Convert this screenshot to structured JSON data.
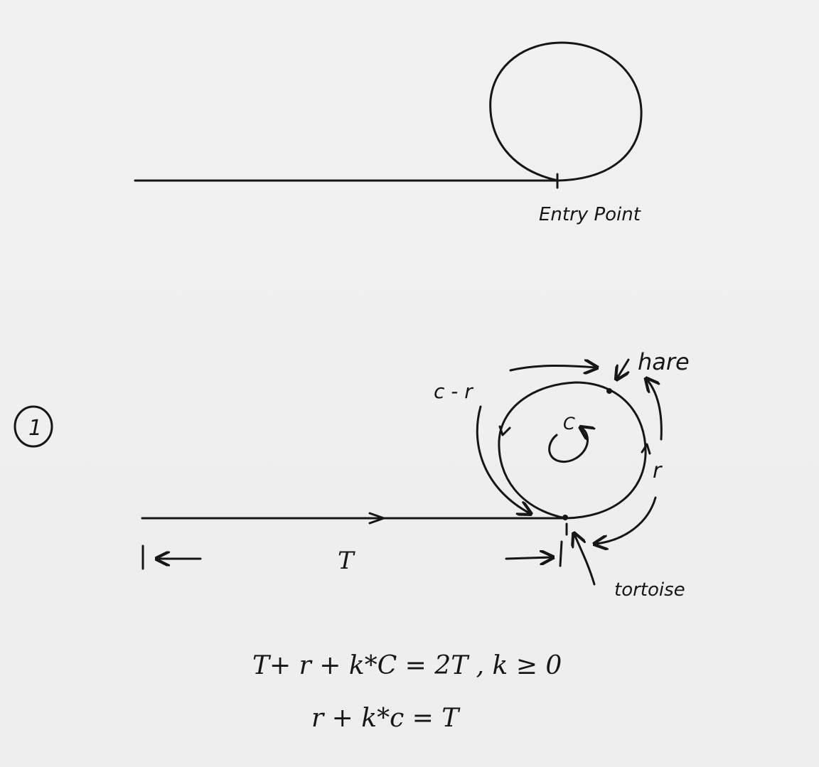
{
  "figure1": {
    "entry_label": "Entry Point"
  },
  "figure2": {
    "step_marker": "1",
    "label_c_minus_r": "c - r",
    "label_hare": "hare",
    "label_C": "C",
    "label_r": "r",
    "label_T": "T",
    "label_tortoise": "tortoise"
  },
  "equations": {
    "eq1": "T+ r  + k*C  = 2T ,  k ≥ 0",
    "eq2": "r  + k*c  = T"
  }
}
